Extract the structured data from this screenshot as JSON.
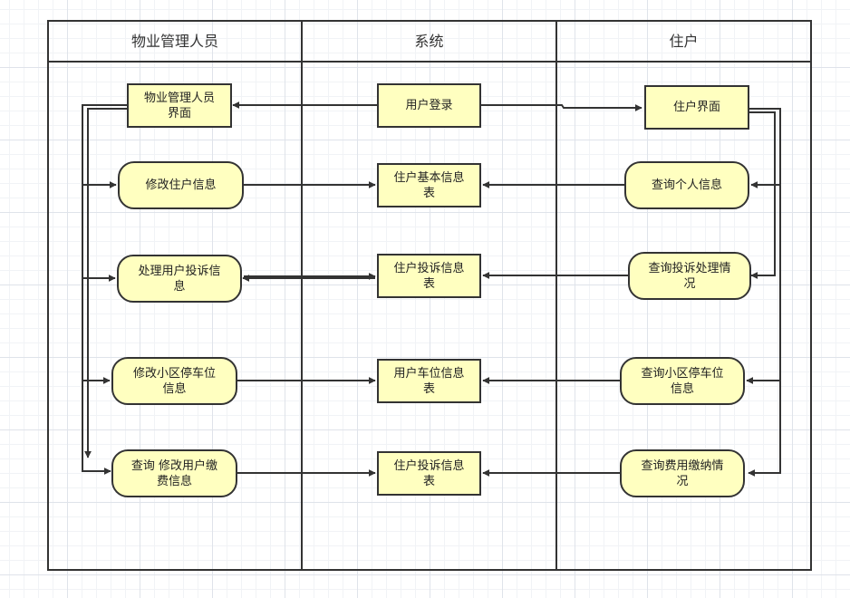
{
  "lanes": {
    "manager": "物业管理人员",
    "system": "系统",
    "resident": "住户"
  },
  "nodes": {
    "manager_ui": "物业管理人员\n界面",
    "edit_resident": "修改住户信息",
    "handle_complaint": "处理用户投诉信\n息",
    "edit_parking": "修改小区停车位\n信息",
    "query_fee": "查询 修改用户缴\n费信息",
    "login": "用户登录",
    "resident_table": "住户基本信息\n表",
    "complaint_table": "住户投诉信息\n表",
    "parking_table": "用户车位信息\n表",
    "complaint_table2": "住户投诉信息\n表",
    "resident_ui": "住户界面",
    "query_personal": "查询个人信息",
    "query_complaint": "查询投诉处理情\n况",
    "query_parking": "查询小区停车位\n信息",
    "query_fee_status": "查询费用缴纳情\n况"
  }
}
